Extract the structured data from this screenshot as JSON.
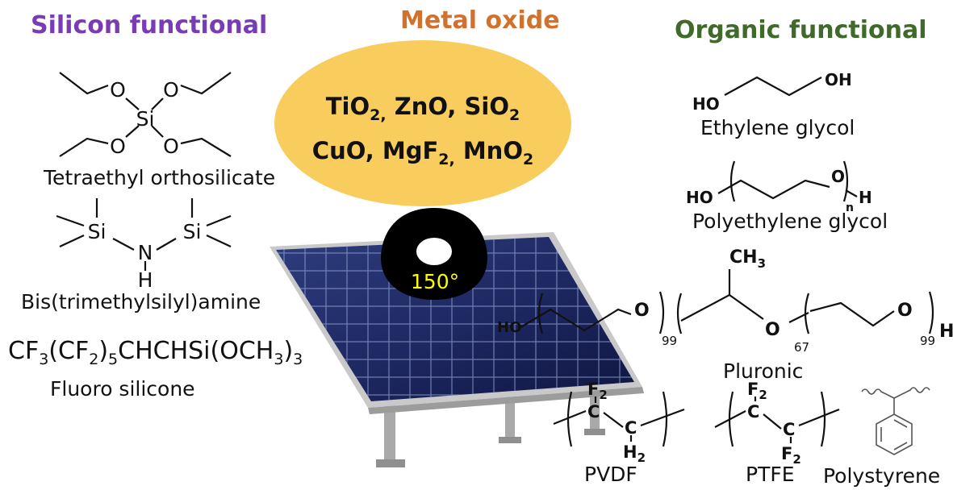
{
  "headers": {
    "silicon": "Silicon functional",
    "metal": "Metal oxide",
    "organic": "Organic functional"
  },
  "colors": {
    "silicon": "#7a3cb4",
    "metal": "#d2702c",
    "organic": "#3f6a2a",
    "ellipse": "#f8cd5e",
    "angle": "#ffff00"
  },
  "metal_oxides": {
    "line1": [
      "TiO",
      "2,",
      " ZnO, SiO",
      "2"
    ],
    "line2": [
      "CuO, MgF",
      "2,",
      " MnO",
      "2"
    ]
  },
  "silicon_compounds": {
    "teos": {
      "label": "Tetraethyl orthosilicate",
      "atoms": [
        "O",
        "O",
        "Si",
        "O",
        "O"
      ]
    },
    "hmds": {
      "label": "Bis(trimethylsilyl)amine",
      "atoms": [
        "Si",
        "Si",
        "N",
        "H"
      ]
    },
    "fluoro": {
      "label": "Fluoro silicone",
      "formula": [
        "CF",
        "3",
        "(CF",
        "2",
        ")",
        "5",
        "CHCHSi(OCH",
        "3",
        ")",
        "3"
      ]
    }
  },
  "droplet": {
    "angle": "150°"
  },
  "organic_compounds": {
    "ethylene_glycol": {
      "label": "Ethylene glycol",
      "atoms": [
        "HO",
        "OH"
      ]
    },
    "polyethylene_glycol": {
      "label": "Polyethylene glycol",
      "atoms": [
        "HO",
        "O",
        "n",
        "H"
      ]
    },
    "pluronic": {
      "label": "Pluronic",
      "atoms": [
        "CH",
        "3",
        "HO",
        "O",
        "O",
        "O",
        "H"
      ],
      "subscripts": [
        "99",
        "67",
        "99"
      ]
    },
    "pvdf": {
      "label": "PVDF",
      "atoms": [
        "F",
        "2",
        "C",
        "C",
        "H",
        "2"
      ]
    },
    "ptfe": {
      "label": "PTFE",
      "atoms": [
        "F",
        "2",
        "C",
        "C",
        "F",
        "2"
      ]
    },
    "polystyrene": {
      "label": "Polystyrene"
    }
  }
}
